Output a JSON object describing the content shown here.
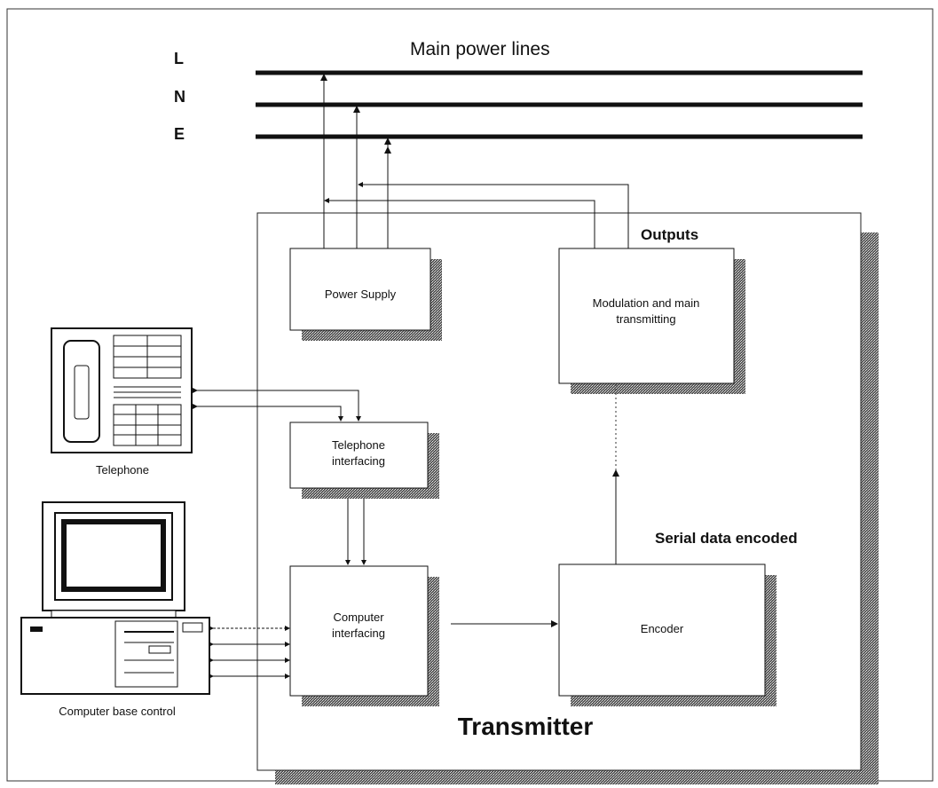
{
  "power_lines": {
    "title": "Main power lines",
    "line_labels": [
      "L",
      "N",
      "E"
    ]
  },
  "blocks": {
    "power_supply": "Power Supply",
    "modulation_line1": "Modulation and main",
    "modulation_line2": "transmitting",
    "telephone_if_line1": "Telephone",
    "telephone_if_line2": "interfacing",
    "computer_if_line1": "Computer",
    "computer_if_line2": "interfacing",
    "encoder": "Encoder"
  },
  "annotations": {
    "outputs": "Outputs",
    "serial_data": "Serial data encoded",
    "transmitter": "Transmitter"
  },
  "devices": {
    "telephone": "Telephone",
    "computer": "Computer base control"
  },
  "colors": {
    "line": "#111111",
    "shadow": "#222222",
    "background": "#ffffff"
  }
}
